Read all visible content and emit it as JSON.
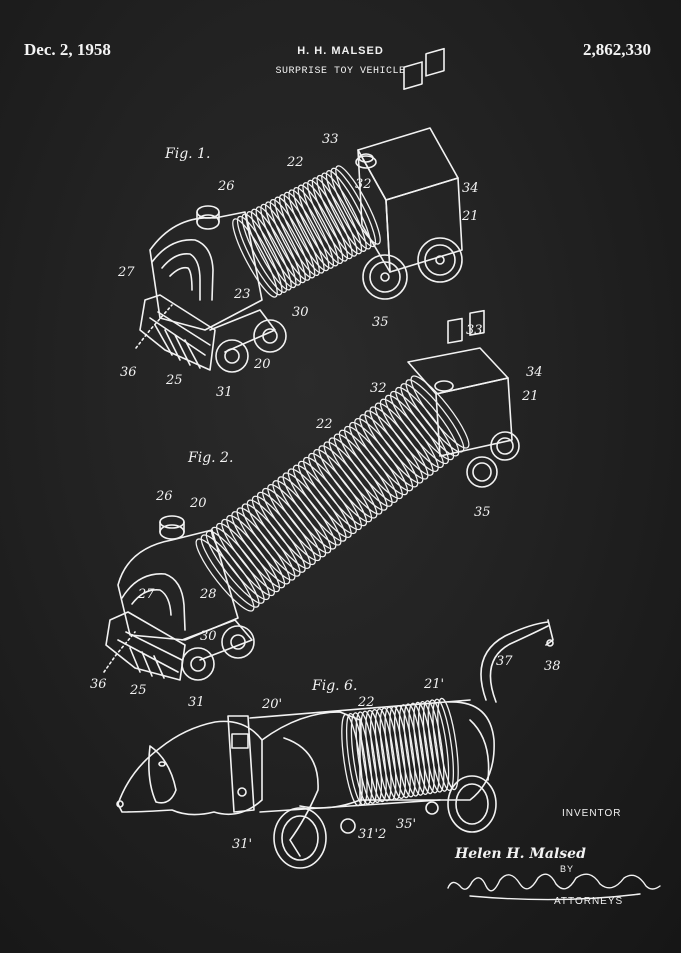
{
  "header": {
    "date": "Dec. 2, 1958",
    "inventor": "H. H. MALSED",
    "patent_number": "2,862,330",
    "title": "SURPRISE TOY VEHICLE"
  },
  "figures": {
    "fig1": "Fig. 1.",
    "fig2": "Fig. 2.",
    "fig6": "Fig. 6."
  },
  "refs": {
    "r33": "33",
    "r22": "22",
    "r26": "26",
    "r32": "32",
    "r34": "34",
    "r21": "21",
    "r27": "27",
    "r23": "23",
    "r30": "30",
    "r35": "35",
    "r36": "36",
    "r25": "25",
    "r20": "20",
    "r31": "31",
    "r28": "28",
    "r37": "37",
    "r38": "38",
    "r20p": "20'",
    "r21p": "21'",
    "r31p": "31'",
    "r31pp": "31'2",
    "r35p": "35'"
  },
  "signature": {
    "inventor_caption": "INVENTOR",
    "inventor_signature": "Helen H. Malsed",
    "by": "BY",
    "attorneys": "ATTORNEYS"
  },
  "colors": {
    "background": "#1e1e1e",
    "ink": "#f2f2f2"
  }
}
